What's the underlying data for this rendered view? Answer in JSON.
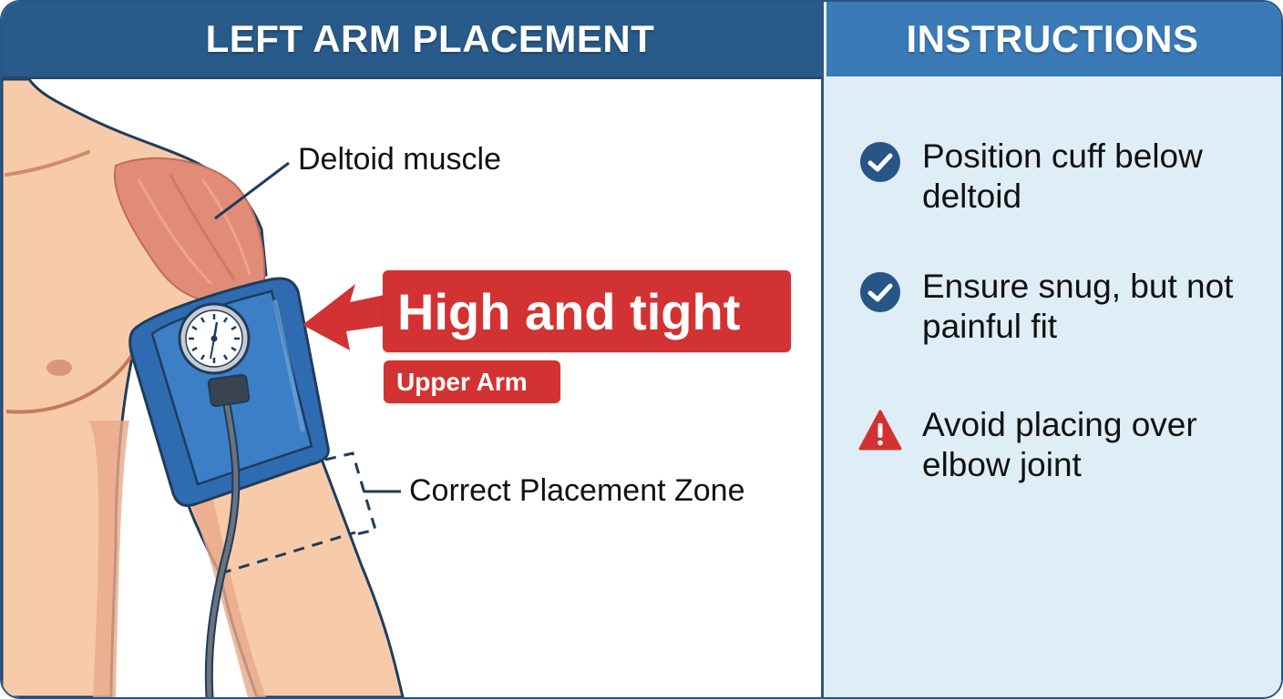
{
  "left_panel": {
    "title": "LEFT ARM PLACEMENT",
    "labels": {
      "deltoid": "Deltoid muscle",
      "zone": "Correct Placement Zone"
    },
    "callout": {
      "main": "High and tight",
      "sub": "Upper Arm"
    }
  },
  "right_panel": {
    "title": "INSTRUCTIONS",
    "items": [
      {
        "icon": "check-circle-icon",
        "text": "Position cuff below deltoid"
      },
      {
        "icon": "check-circle-icon",
        "text": "Ensure snug, but not painful fit"
      },
      {
        "icon": "warning-triangle-icon",
        "text": "Avoid placing over elbow joint"
      }
    ]
  },
  "colors": {
    "left_header": "#285a8a",
    "right_header": "#3a7ab6",
    "right_panel_bg": "#dfedf7",
    "callout_red": "#d23332",
    "cuff_blue": "#3a78c0",
    "skin": "#f6c9a8",
    "deltoid": "#e08c78",
    "outline": "#1f3c5c"
  }
}
